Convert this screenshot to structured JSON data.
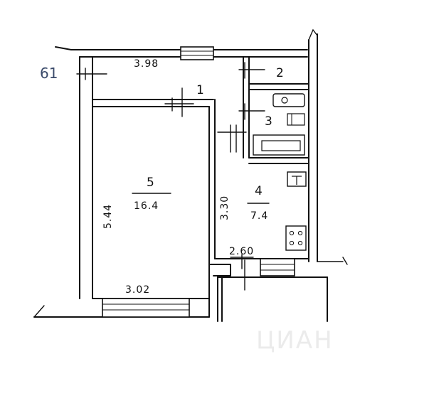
{
  "plan": {
    "side_number": "61",
    "watermark": "ЦИАН",
    "rooms": [
      {
        "id": "1",
        "number": "1"
      },
      {
        "id": "2",
        "number": "2"
      },
      {
        "id": "3",
        "number": "3"
      },
      {
        "id": "4",
        "number": "4",
        "area": "7.4"
      },
      {
        "id": "5",
        "number": "5",
        "area": "16.4"
      }
    ],
    "dimensions": {
      "top": "3.98",
      "room5_height": "5.44",
      "room5_width": "3.02",
      "room4_height": "3.30",
      "room4_width": "2.60"
    }
  }
}
